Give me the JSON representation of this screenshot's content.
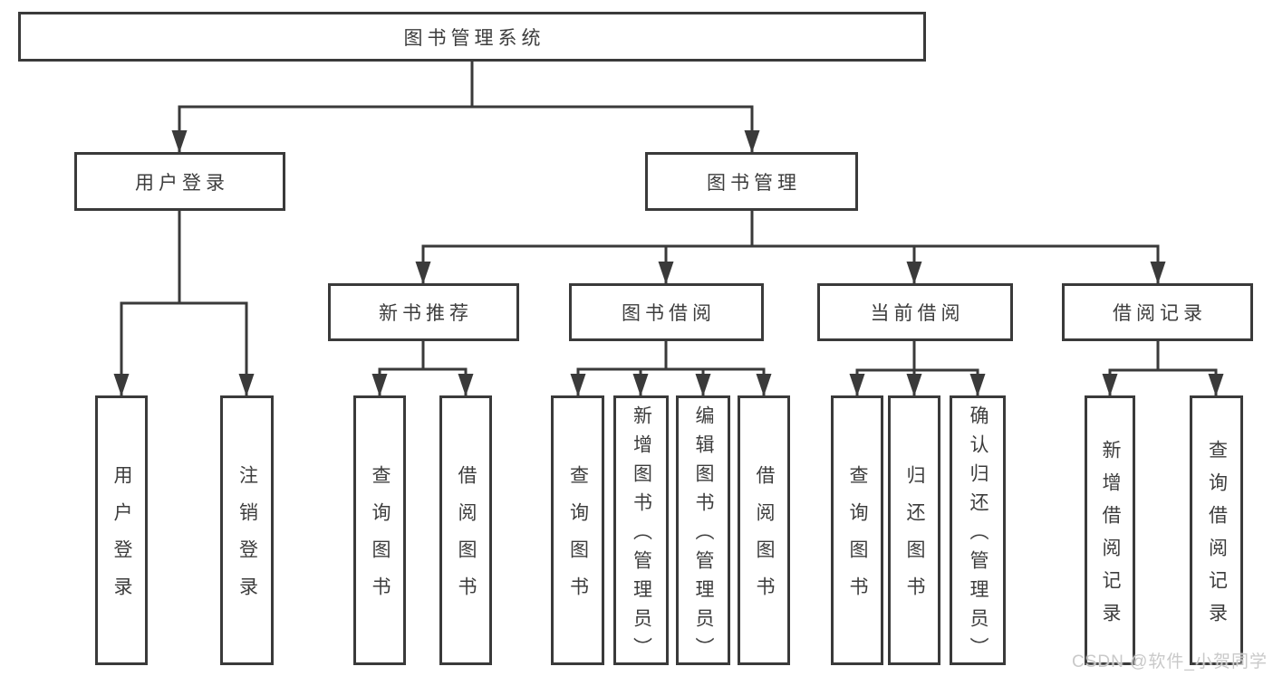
{
  "diagram": {
    "root": {
      "label": "图书管理系统"
    },
    "level2": [
      {
        "label": "用户登录"
      },
      {
        "label": "图书管理"
      }
    ],
    "level3": [
      {
        "label": "新书推荐"
      },
      {
        "label": "图书借阅"
      },
      {
        "label": "当前借阅"
      },
      {
        "label": "借阅记录"
      }
    ],
    "leaves": [
      {
        "label": "用户登录"
      },
      {
        "label": "注销登录"
      },
      {
        "label": "查询图书"
      },
      {
        "label": "借阅图书"
      },
      {
        "label": "查询图书"
      },
      {
        "label": "新增图书（管理员）"
      },
      {
        "label": "编辑图书（管理员）"
      },
      {
        "label": "借阅图书"
      },
      {
        "label": "查询图书"
      },
      {
        "label": "归还图书"
      },
      {
        "label": "确认归还（管理员）"
      },
      {
        "label": "新增借阅记录"
      },
      {
        "label": "查询借阅记录"
      }
    ],
    "structure": [
      {
        "parent": "图书管理系统",
        "children": [
          "用户登录",
          "图书管理"
        ]
      },
      {
        "parent": "用户登录",
        "children": [
          "用户登录",
          "注销登录"
        ]
      },
      {
        "parent": "图书管理",
        "children": [
          "新书推荐",
          "图书借阅",
          "当前借阅",
          "借阅记录"
        ]
      },
      {
        "parent": "新书推荐",
        "children": [
          "查询图书",
          "借阅图书"
        ]
      },
      {
        "parent": "图书借阅",
        "children": [
          "查询图书",
          "新增图书（管理员）",
          "编辑图书（管理员）",
          "借阅图书"
        ]
      },
      {
        "parent": "当前借阅",
        "children": [
          "查询图书",
          "归还图书",
          "确认归还（管理员）"
        ]
      },
      {
        "parent": "借阅记录",
        "children": [
          "新增借阅记录",
          "查询借阅记录"
        ]
      }
    ],
    "colors": {
      "line": "#3a3a3a",
      "text": "#3d3d3d",
      "box_fill": "#ffffff",
      "background": "#ffffff",
      "watermark": "#c9c9c9"
    },
    "watermark": {
      "text": "CSDN @软件_小贺同学"
    }
  }
}
